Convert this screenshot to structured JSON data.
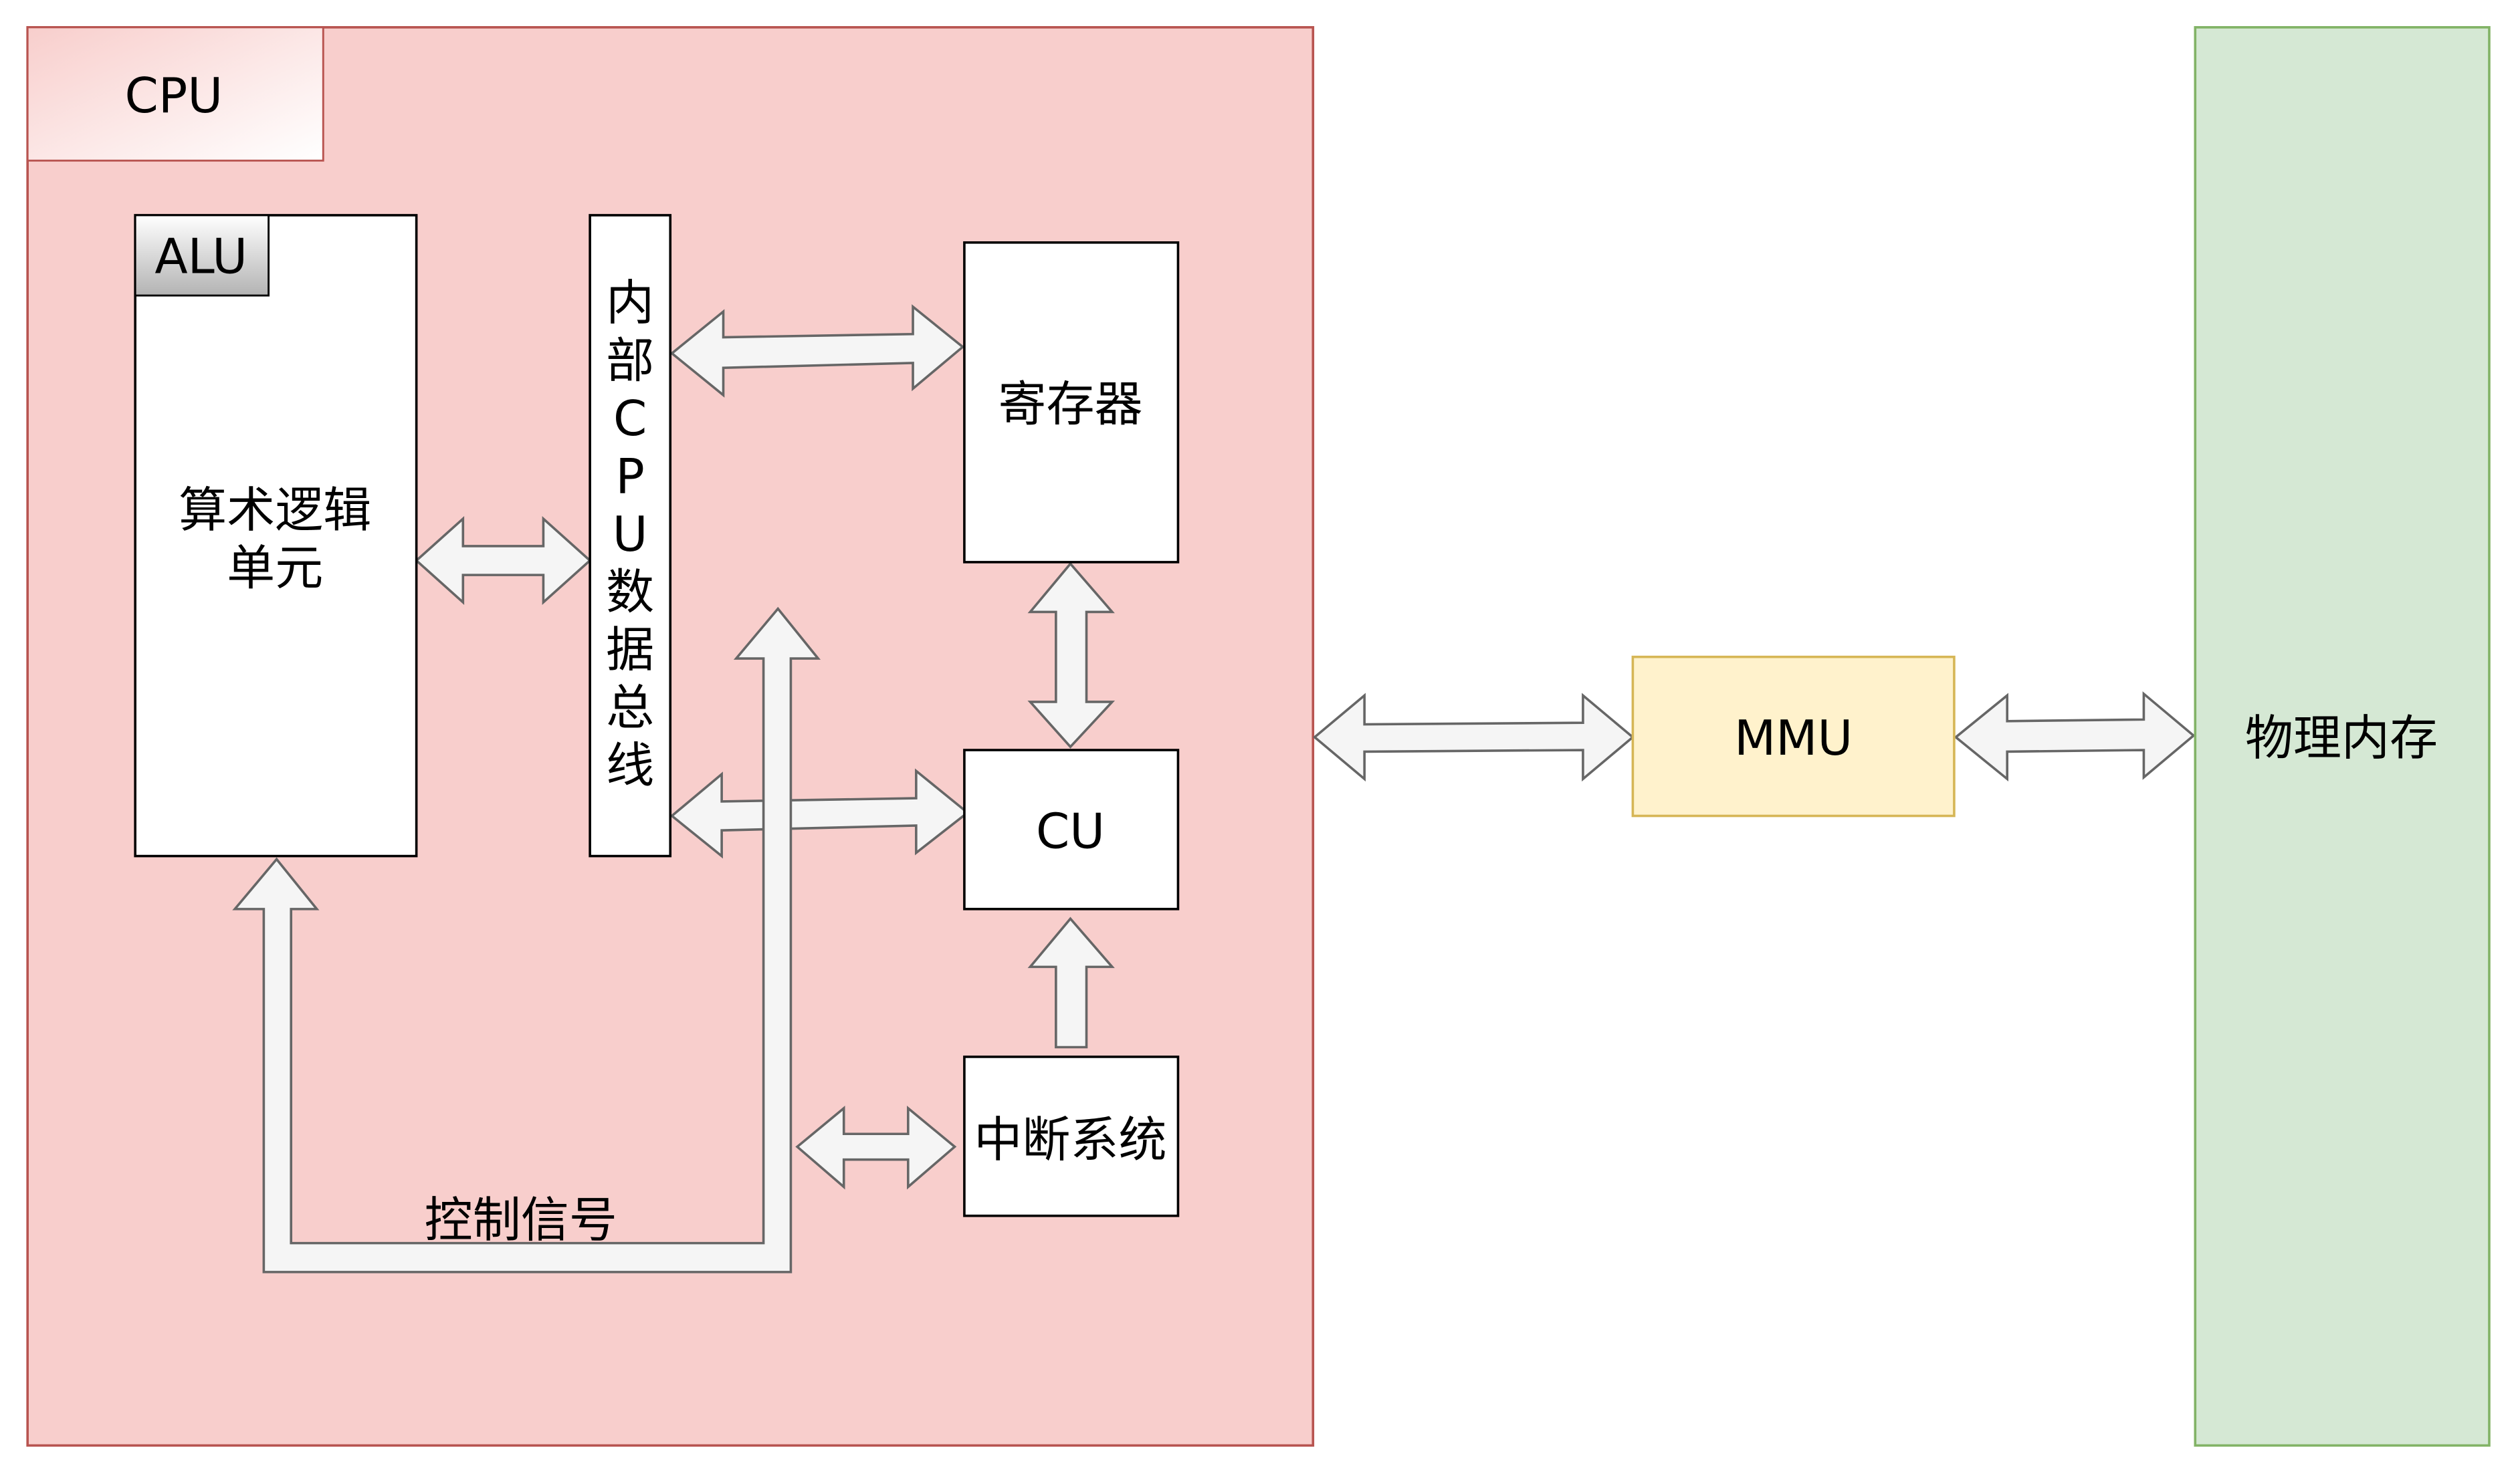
{
  "cpu": {
    "title": "CPU",
    "alu": {
      "tag": "ALU",
      "label_line1": "算术逻辑",
      "label_line2": "单元"
    },
    "bus": {
      "label_chars": [
        "内",
        "部",
        "C",
        "P",
        "U",
        "数",
        "据",
        "总",
        "线"
      ]
    },
    "registers": {
      "label": "寄存器"
    },
    "cu": {
      "label": "CU"
    },
    "interrupt": {
      "label": "中断系统"
    },
    "control_signal": {
      "label": "控制信号"
    }
  },
  "mmu": {
    "label": "MMU"
  },
  "memory": {
    "label": "物理内存"
  },
  "colors": {
    "cpu_fill": "#f8cecc",
    "cpu_stroke": "#b85450",
    "mmu_fill": "#fff2cc",
    "mmu_stroke": "#d6b656",
    "memory_fill": "#d5e8d4",
    "memory_stroke": "#82b366",
    "arrow_fill": "#f5f5f5",
    "arrow_stroke": "#666666"
  }
}
